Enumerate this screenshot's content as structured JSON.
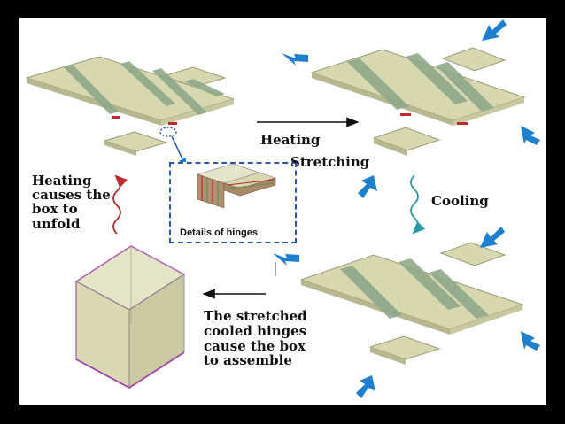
{
  "labels": {
    "heating_unfold": [
      "Heating",
      "causes the",
      "box to",
      "unfold"
    ],
    "heating": "Heating",
    "stretching": "Stretching",
    "cooling": "Cooling",
    "assemble": [
      "The stretched",
      "cooled hinges",
      "cause the box",
      "to assemble"
    ],
    "detail_caption": "Details of hinges"
  },
  "colors": {
    "panel": "#d8d8b0",
    "hinge": "#8fa88a",
    "accent_red": "#c0282a",
    "blue_arrow": "#1f7fcf",
    "box_edge": "#a040a8",
    "detail_border": "#2b58a8"
  },
  "icons": {
    "blue_arrows": "stretch-direction-arrow-icon",
    "wavy_red": "heat-wave-icon",
    "wavy_teal": "cooling-wave-icon"
  }
}
